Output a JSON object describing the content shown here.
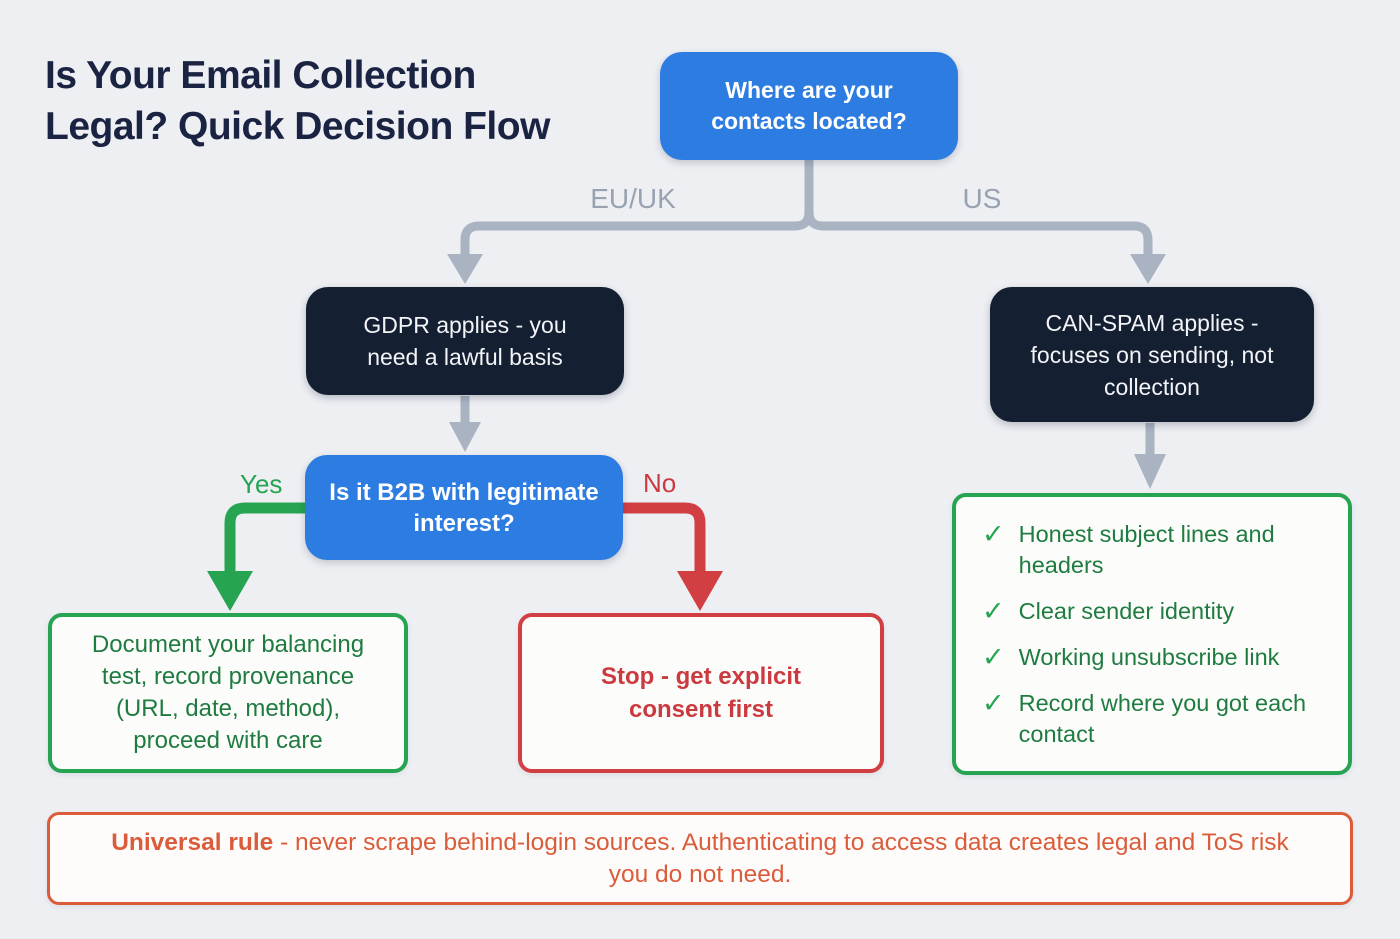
{
  "colors": {
    "bg": "#edeff3",
    "navy": "#141f31",
    "blue": "#2d7ce1",
    "gray_arrow": "#a9b3c1",
    "gray_label": "#98a2b1",
    "green": "#26a452",
    "green_text": "#1f7b40",
    "red": "#d23f43",
    "red_text": "#cb3a3f",
    "orange": "#db5c3b",
    "title": "#1a2342",
    "card_bg": "#fcfdfb"
  },
  "title": {
    "line1": "Is Your Email Collection",
    "line2": "Legal? Quick Decision Flow"
  },
  "flow": {
    "root": "Where are your contacts located?",
    "branch_labels": {
      "left": "EU/UK",
      "right": "US"
    },
    "gdpr": "GDPR applies - you need a lawful basis",
    "canspam": "CAN-SPAM applies - focuses on sending, not collection",
    "b2b": "Is it B2B with legitimate interest?",
    "yes_label": "Yes",
    "no_label": "No",
    "yes_outcome": "Document your balancing test, record provenance (URL, date, method), proceed with care",
    "no_outcome": "Stop - get explicit consent first",
    "checklist": {
      "check_icon": "✓",
      "items": [
        "Honest subject lines and headers",
        "Clear sender identity",
        "Working unsubscribe link",
        "Record where you got each contact"
      ]
    },
    "universal": {
      "bold": "Universal rule",
      "rest": " - never scrape behind-login sources. Authenticating to access data creates legal and ToS risk you do not need."
    }
  }
}
